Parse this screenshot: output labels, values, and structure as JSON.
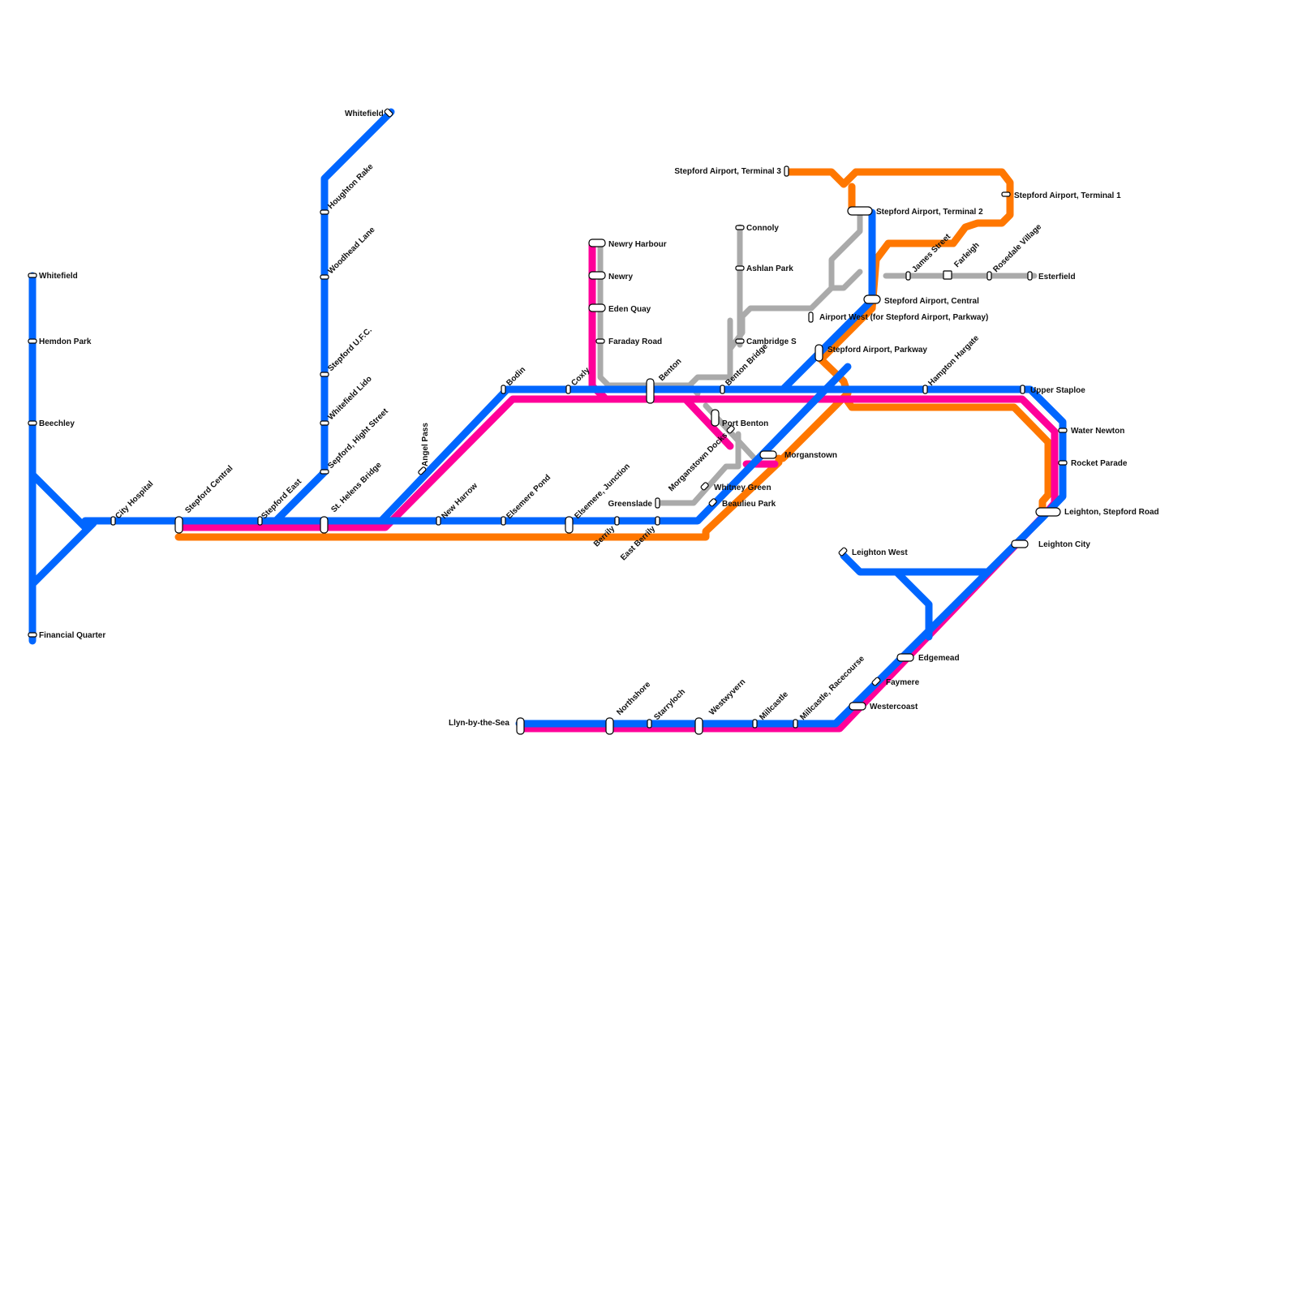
{
  "map": {
    "lines": {
      "blue": "#0066ff",
      "magenta": "#ff0099",
      "orange": "#ff7700",
      "grey": "#aaaaaa"
    },
    "stations": {
      "whitefield_west": "Whitefield",
      "hemdon_park": "Hemdon Park",
      "beechley": "Beechley",
      "financial_quarter": "Financial Quarter",
      "city_hospital": "City Hospital",
      "stepford_central": "Stepford Central",
      "stepford_east": "Stepford East",
      "st_helens_bridge": "St. Helens Bridge",
      "sepford_high_street": "Sepford, Hight Street",
      "whitefield_lido": "Whitefield Lido",
      "stepford_ufc": "Stepford U.F.C.",
      "woodhead_lane": "Woodhead Lane",
      "houghton_rake": "Houghton Rake",
      "whitefield_north": "Whitefield",
      "angel_pass": "Angel Pass",
      "new_harrow": "New Harrow",
      "elsemere_pond": "Elsemere Pond",
      "elsemere_junction": "Elsemere, Junction",
      "berrily": "Berrily",
      "east_berrily": "East Berrily",
      "bodin": "Bodin",
      "coxly": "Coxly",
      "newry_harbour": "Newry Harbour",
      "newry": "Newry",
      "eden_quay": "Eden Quay",
      "faraday_road": "Faraday Road",
      "benton": "Benton",
      "benton_bridge": "Benton Bridge",
      "port_benton": "Port Benton",
      "morganstown_docks": "Morganstown Docks",
      "morganstown": "Morganstown",
      "whitney_green": "Whitney Green",
      "greenslade": "Greenslade",
      "beaulieu_park": "Beaulieu Park",
      "connoly": "Connoly",
      "ashlan_park": "Ashlan Park",
      "cambridge_s": "Cambridge S",
      "airport_west": "Airport West (for Stepford Airport, Parkway)",
      "terminal_3": "Stepford Airport, Terminal 3",
      "terminal_2": "Stepford Airport, Terminal 2",
      "terminal_1": "Stepford Airport, Terminal 1",
      "airport_central": "Stepford Airport, Central",
      "airport_parkway": "Stepford Airport, Parkway",
      "james_street": "James Street",
      "farleigh": "Farleigh",
      "rosedale_village": "Rosedale Village",
      "esterfield": "Esterfield",
      "hampton_hargate": "Hampton Hargate",
      "upper_staploe": "Upper Staploe",
      "water_newton": "Water Newton",
      "rocket_parade": "Rocket Parade",
      "leighton_stepford_road": "Leighton, Stepford Road",
      "leighton_city": "Leighton City",
      "leighton_west": "Leighton West",
      "edgemead": "Edgemead",
      "faymere": "Faymere",
      "westercoast": "Westercoast",
      "millcastle_racecourse": "Millcastle, Racecourse",
      "millcastle": "Millcastle",
      "westwyvern": "Westwyvern",
      "starryloch": "Starryloch",
      "northshore": "Northshore",
      "llyn_by_the_sea": "Llyn-by-the-Sea"
    }
  }
}
